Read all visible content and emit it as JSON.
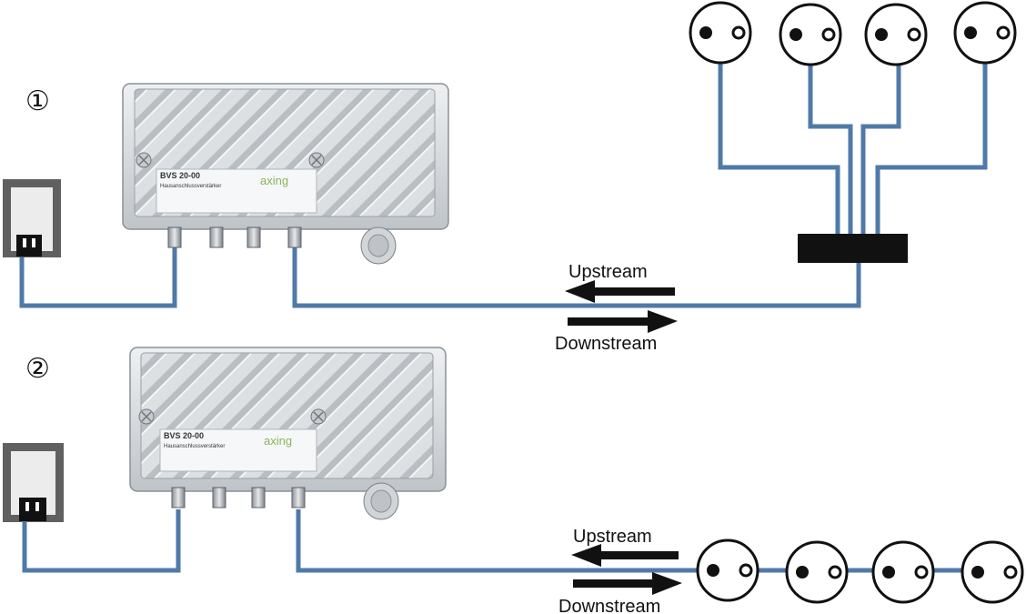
{
  "colors": {
    "cable": "#4f7aa8",
    "outline": "#111111",
    "housing": "#d9dcdf",
    "wall_plate": "#606060"
  },
  "icons": {
    "splitter": "splitter-block",
    "outlet": "antenna-outlet-icon",
    "wall_socket": "power-socket-icon"
  },
  "scenarios": [
    {
      "marker": "①",
      "device": {
        "model": "BVS 20-00",
        "brand": "axing",
        "subtitle": "Hausanschlussverstärker"
      },
      "upstream_label": "Upstream",
      "downstream_label": "Downstream",
      "outlet_count": 4
    },
    {
      "marker": "②",
      "device": {
        "model": "BVS 20-00",
        "brand": "axing",
        "subtitle": "Hausanschlussverstärker"
      },
      "upstream_label": "Upstream",
      "downstream_label": "Downstream",
      "outlet_count": 4
    }
  ]
}
